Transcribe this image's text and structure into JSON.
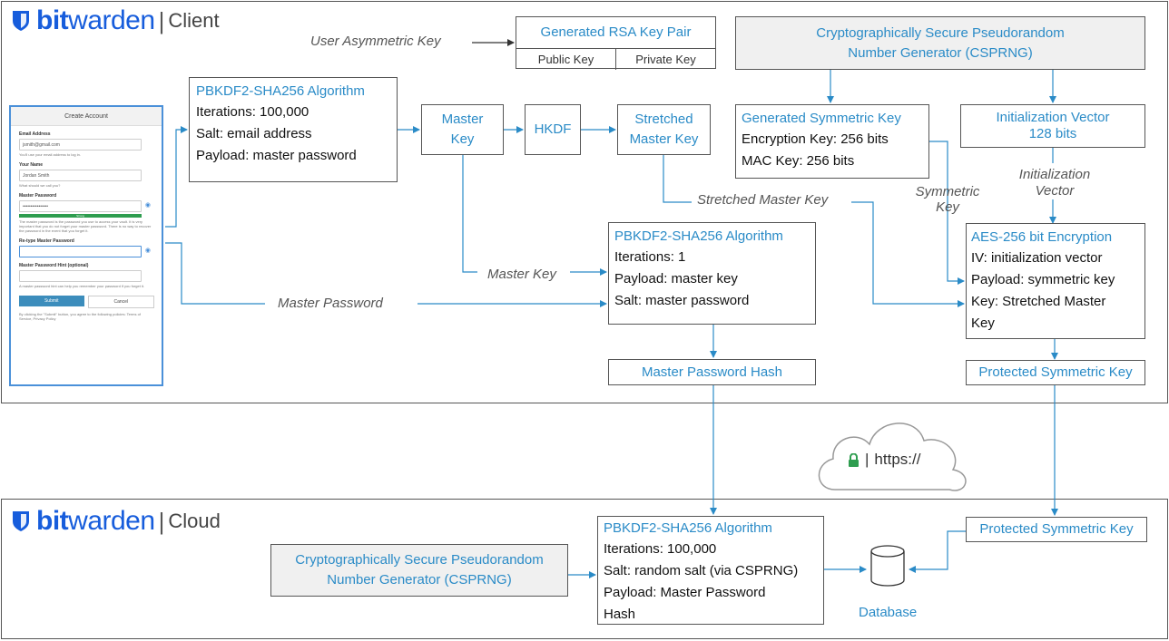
{
  "client": {
    "brand_bold": "bit",
    "brand_light": "warden",
    "separator": "|",
    "place": "Client"
  },
  "cloud": {
    "brand_bold": "bit",
    "brand_light": "warden",
    "separator": "|",
    "place": "Cloud"
  },
  "colors": {
    "accent": "#2a8bc7",
    "brand": "#175ddc",
    "lock": "#2e9d4f",
    "form_border": "#4a90d9"
  },
  "form": {
    "title": "Create Account",
    "email_label": "Email Address",
    "email_value": "jsmith@gmail.com",
    "email_hint": "You'll use your email address to log in.",
    "name_label": "Your Name",
    "name_value": "Jordan Smith",
    "name_hint": "What should we call you?",
    "pw_label": "Master Password",
    "pw_value": "••••••••••••••••",
    "strength": "Strong",
    "pw_hint": "The master password is the password you use to access your vault. It is very important that you do not forget your master password. There is no way to recover the password in the event that you forget it.",
    "retype_label": "Re-type Master Password",
    "hint_label": "Master Password Hint (optional)",
    "hint_hint": "A master password hint can help you remember your password if you forget it.",
    "submit": "Submit",
    "cancel": "Cancel",
    "terms": "By clicking the \"Submit\" button, you agree to the following policies: Terms of Service, Privacy Policy",
    "eye_icon": "eye-icon"
  },
  "labels": {
    "user_asym_key": "User Asymmetric Key",
    "stretched_master_key": "Stretched Master Key",
    "symmetric_key": "Symmetric Key",
    "initialization_vector": "Initialization Vector",
    "master_key": "Master Key",
    "master_password": "Master Password",
    "https": "https://"
  },
  "boxes": {
    "rsa_title": "Generated RSA Key Pair",
    "public_key": "Public Key",
    "private_key": "Private Key",
    "csprng_client": "Cryptographically Secure Pseudorandom Number Generator (CSPRNG)",
    "pbkdf_client_title": "PBKDF2-SHA256 Algorithm",
    "pbkdf_client_lines": [
      "Iterations: 100,000",
      "Salt: email address",
      "Payload: master password"
    ],
    "master_key": "Master Key",
    "hkdf": "HKDF",
    "stretched_master_key": "Stretched Master Key",
    "gen_sym_title": "Generated Symmetric Key",
    "gen_sym_lines": [
      "Encryption Key: 256 bits",
      "MAC Key: 256 bits"
    ],
    "iv_title": "Initialization Vector",
    "iv_bits": "128 bits",
    "pbkdf_hash_title": "PBKDF2-SHA256 Algorithm",
    "pbkdf_hash_lines": [
      "Iterations: 1",
      "Payload: master key",
      "Salt: master password"
    ],
    "aes_title": "AES-256 bit Encryption",
    "aes_lines": [
      "IV: initialization vector",
      "Payload: symmetric key",
      "Key: Stretched Master",
      "Key"
    ],
    "master_password_hash": "Master Password Hash",
    "protected_sym_key": "Protected Symmetric Key",
    "csprng_cloud": "Cryptographically Secure Pseudorandom Number Generator (CSPRNG)",
    "pbkdf_cloud_title": "PBKDF2-SHA256 Algorithm",
    "pbkdf_cloud_lines": [
      "Iterations: 100,000",
      "Salt: random salt (via CSPRNG)",
      "Payload: Master Password",
      "Hash"
    ],
    "protected_sym_key_cloud": "Protected Symmetric Key",
    "database": "Database"
  }
}
